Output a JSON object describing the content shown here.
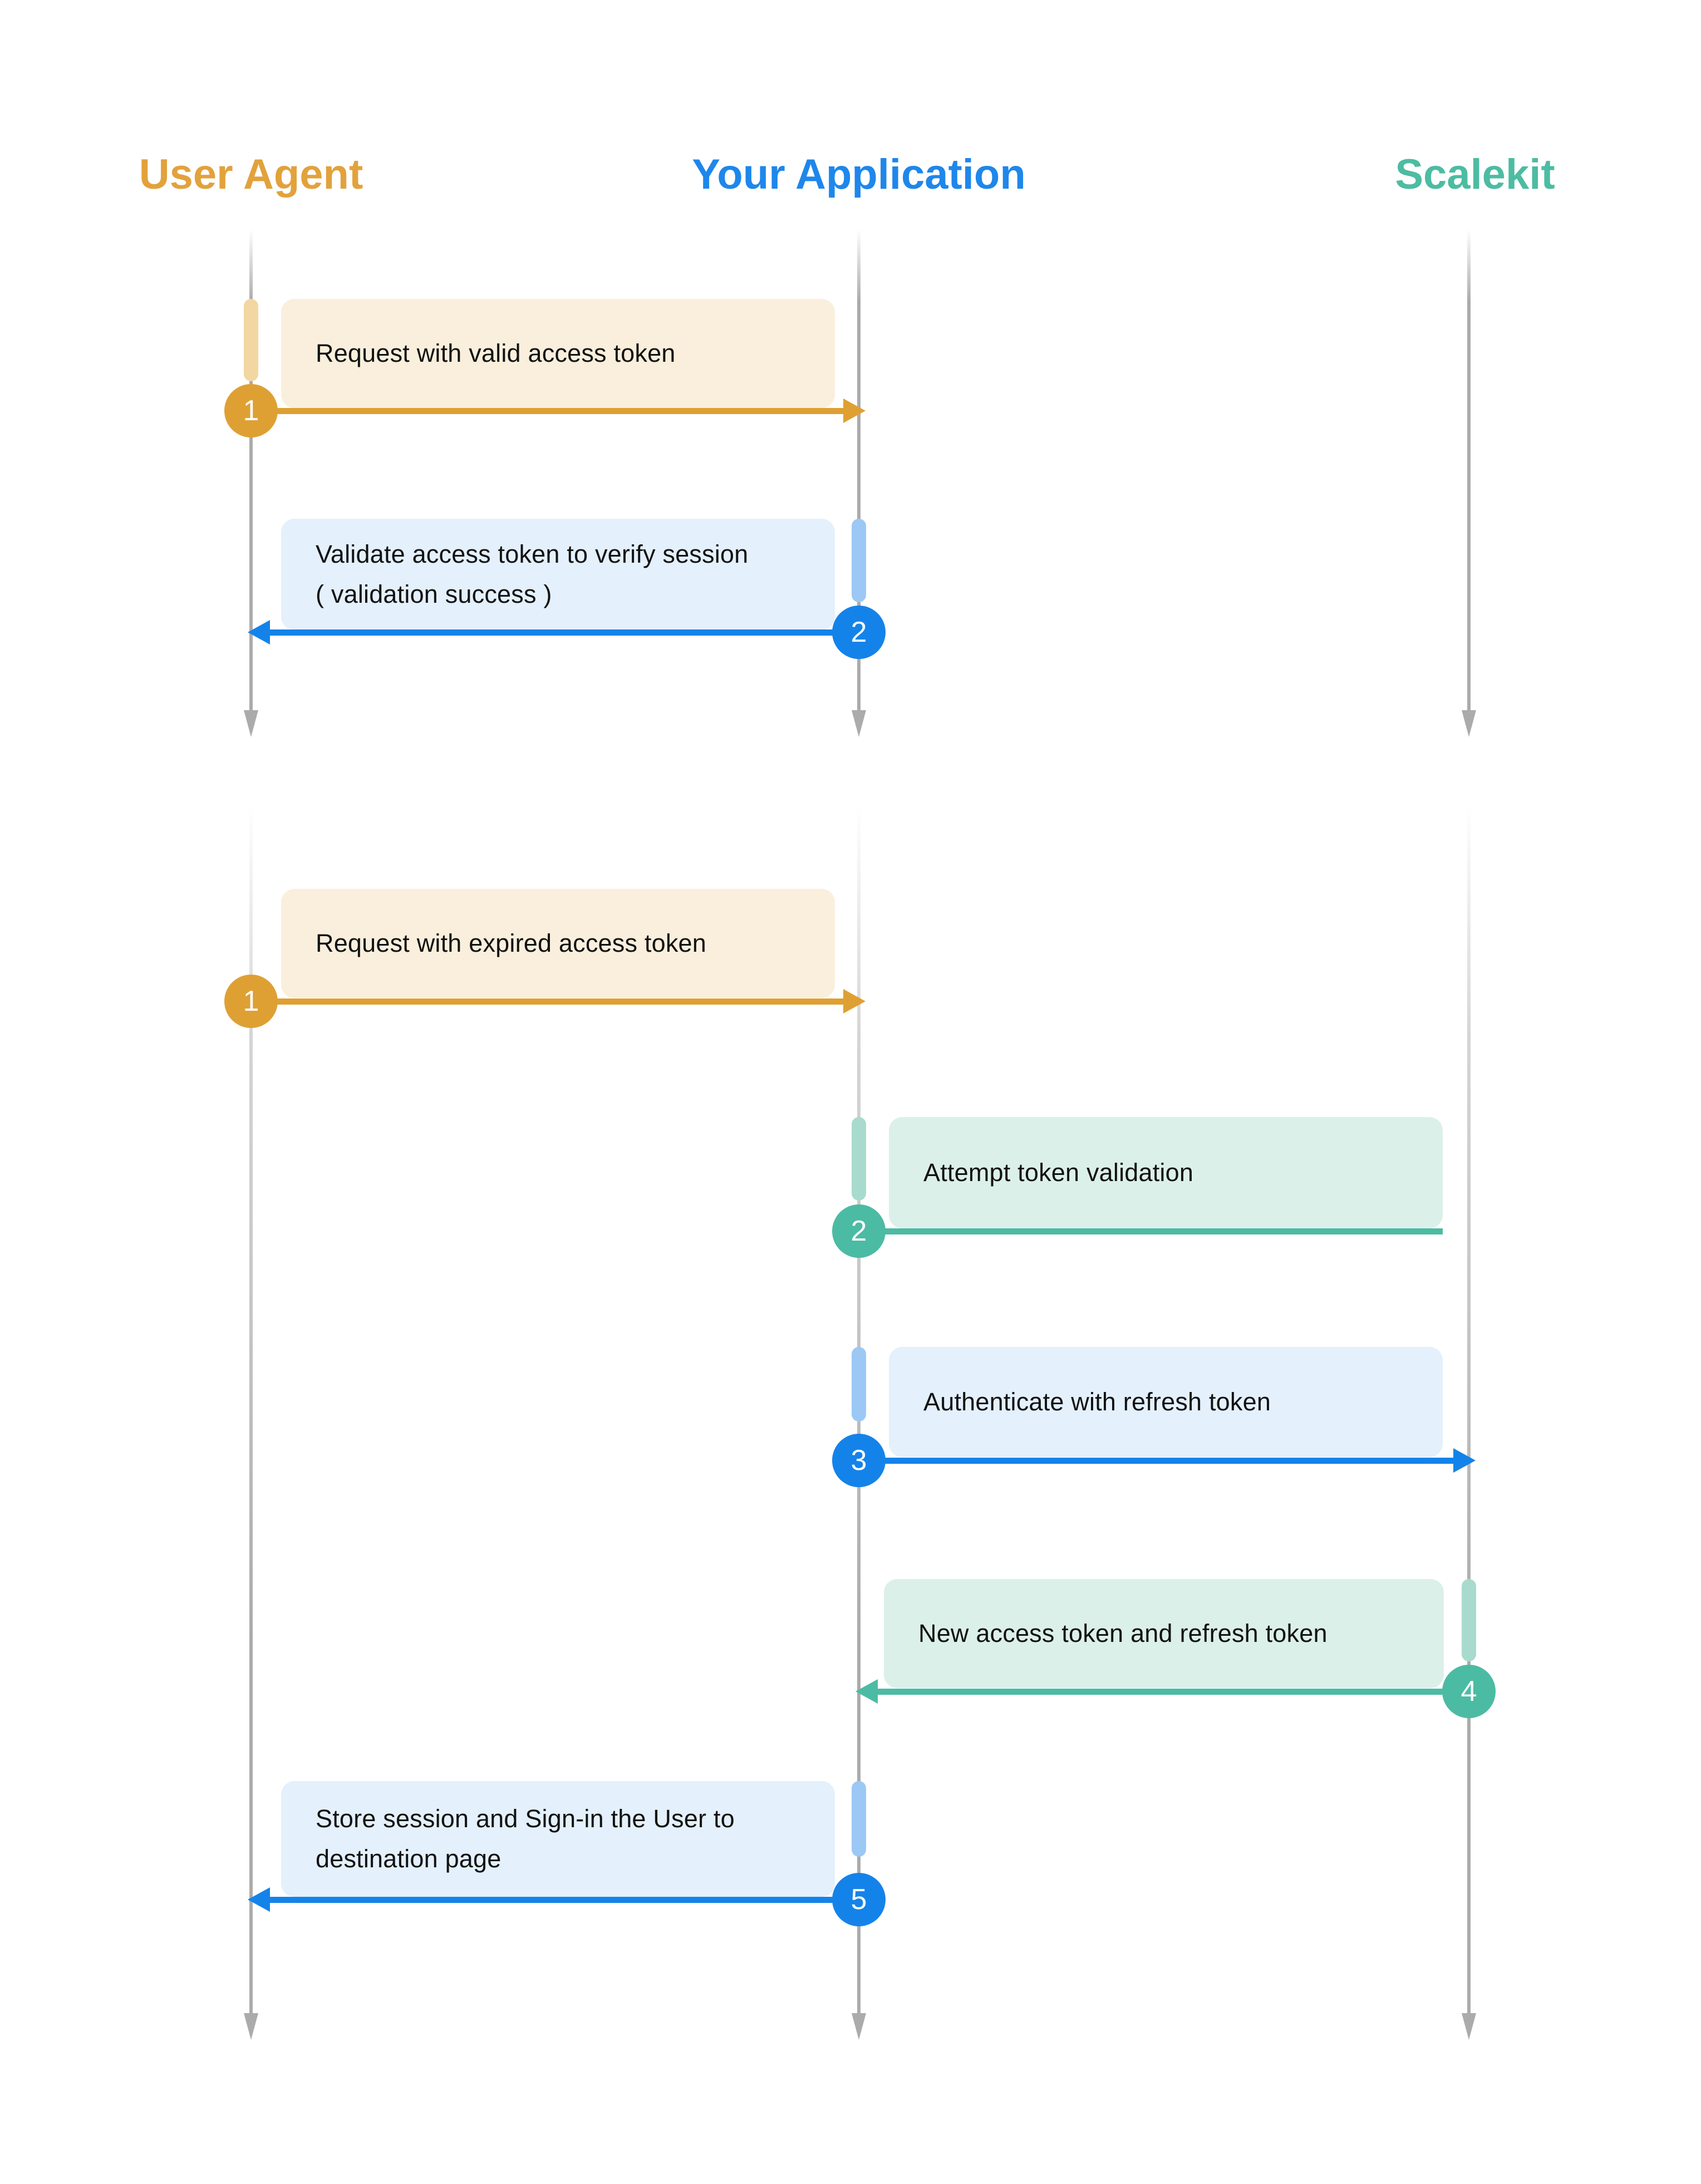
{
  "palette": {
    "orange": "#DFA033",
    "orange_activation": "#F2D7A2",
    "orange_box": "#F9EFDC",
    "blue": "#1483E9",
    "blue_box": "#E4F0FC",
    "blue_activation": "#9CC8F5",
    "teal": "#4CBBA3",
    "teal_box": "#DCF0EA",
    "teal_activation": "#A8DBCD",
    "lifeline_gray": "#ABABAB",
    "text": "#121212"
  },
  "actors": {
    "user_agent": {
      "label": "User Agent",
      "color": "#E2A23C"
    },
    "your_application": {
      "label": "Your Application",
      "color": "#1E87EB"
    },
    "scalekit": {
      "label": "Scalekit",
      "color": "#4CBCA2"
    }
  },
  "section1": {
    "m1": {
      "num": "1",
      "lines": [
        "Request with valid access token"
      ]
    },
    "m2": {
      "num": "2",
      "lines": [
        "Validate access token to verify session",
        "( validation success )"
      ]
    }
  },
  "section2": {
    "m1": {
      "num": "1",
      "lines": [
        "Request with expired access token"
      ]
    },
    "m2": {
      "num": "2",
      "lines": [
        "Attempt token validation"
      ]
    },
    "m3": {
      "num": "3",
      "lines": [
        "Authenticate with refresh token"
      ]
    },
    "m4": {
      "num": "4",
      "lines": [
        "New access token and refresh token"
      ]
    },
    "m5": {
      "num": "5",
      "lines": [
        "Store session and Sign-in the User to",
        "destination page"
      ]
    }
  }
}
